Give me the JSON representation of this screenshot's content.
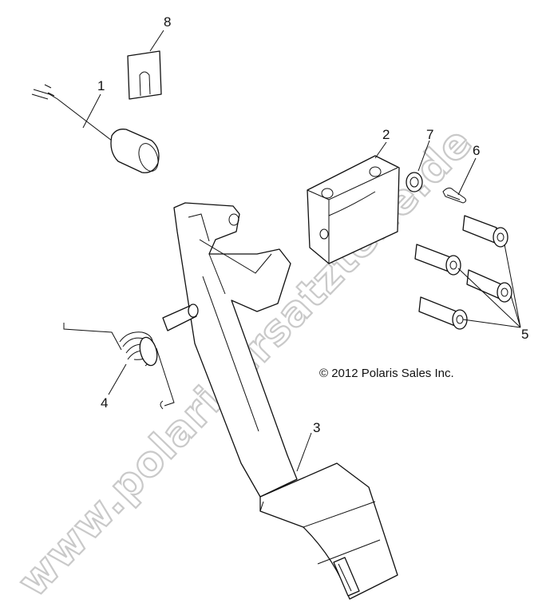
{
  "watermark": "www.polarisersatzteile.de",
  "copyright": "© 2012 Polaris Sales Inc.",
  "callouts": {
    "c1": "1",
    "c2": "2",
    "c3": "3",
    "c4": "4",
    "c5": "5",
    "c6": "6",
    "c7": "7",
    "c8": "8"
  }
}
